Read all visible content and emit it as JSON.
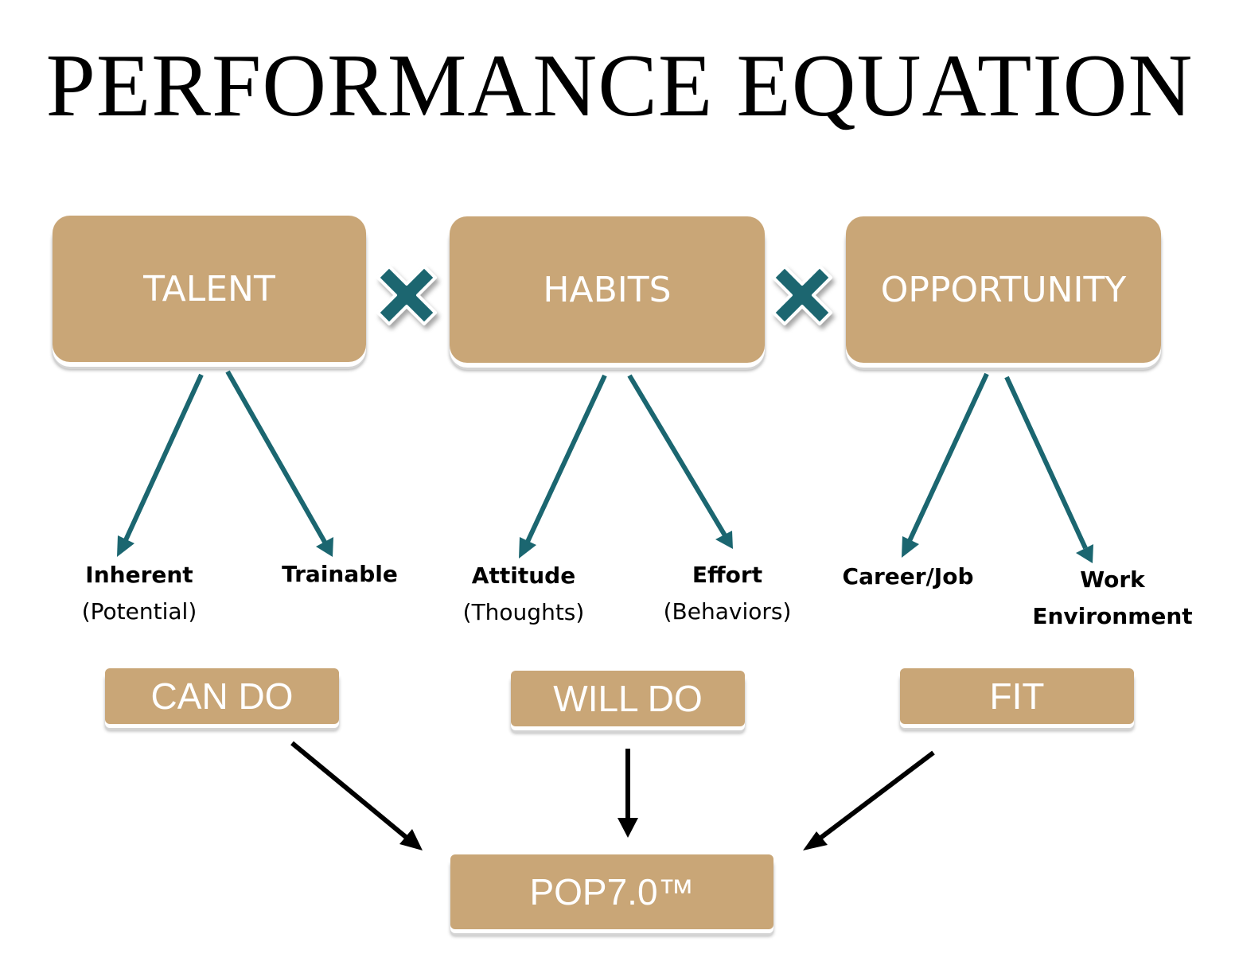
{
  "title": "PERFORMANCE EQUATION",
  "top_boxes": [
    {
      "label": "TALENT"
    },
    {
      "label": "HABITS"
    },
    {
      "label": "OPPORTUNITY"
    }
  ],
  "operators": [
    "×",
    "×"
  ],
  "sub_labels": [
    {
      "bold": "Inherent",
      "normal": "(Potential)"
    },
    {
      "bold": "Trainable",
      "normal": ""
    },
    {
      "bold": "Attitude",
      "normal": "(Thoughts)"
    },
    {
      "bold": "Effort",
      "normal": "(Behaviors)"
    },
    {
      "bold": "Career/Job",
      "normal": ""
    },
    {
      "bold": "Work Environment",
      "normal": ""
    }
  ],
  "outcome_boxes": [
    {
      "label": "CAN DO"
    },
    {
      "label": "WILL DO"
    },
    {
      "label": "FIT"
    }
  ],
  "result_box": {
    "label": "POP7.0™"
  },
  "colors": {
    "box_fill": "#c9a677",
    "box_text": "#ffffff",
    "teal_arrow": "#1b6670",
    "black_arrow": "#000000"
  },
  "icons": {
    "operator": "multiply-icon",
    "arrow": "arrow-icon"
  }
}
